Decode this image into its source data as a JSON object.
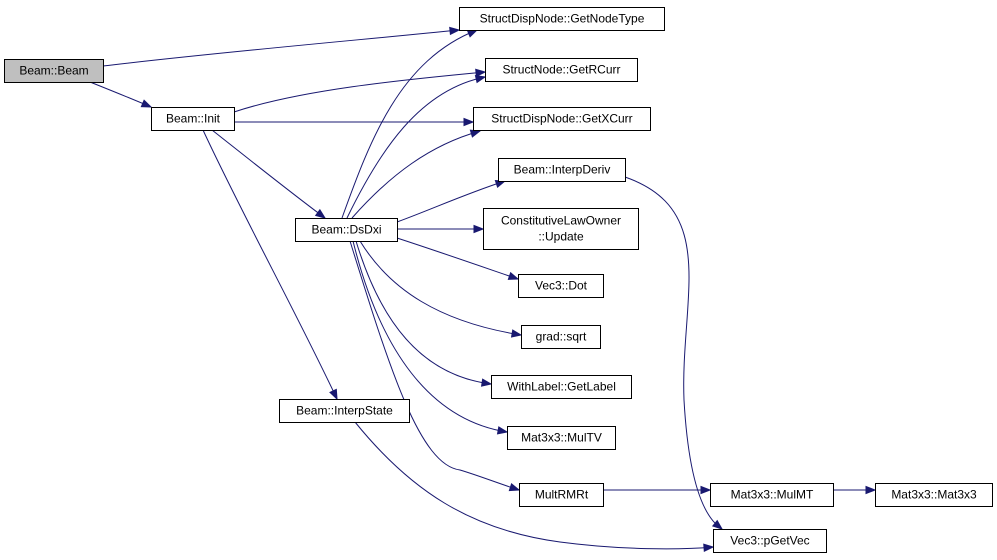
{
  "graph": {
    "nodes": [
      {
        "id": "beam",
        "lines": [
          "Beam::Beam"
        ],
        "root": true
      },
      {
        "id": "init",
        "lines": [
          "Beam::Init"
        ]
      },
      {
        "id": "getnodetype",
        "lines": [
          "StructDispNode::GetNodeType"
        ]
      },
      {
        "id": "getrcurr",
        "lines": [
          "StructNode::GetRCurr"
        ]
      },
      {
        "id": "getxcurr",
        "lines": [
          "StructDispNode::GetXCurr"
        ]
      },
      {
        "id": "interpderiv",
        "lines": [
          "Beam::InterpDeriv"
        ]
      },
      {
        "id": "dsdxi",
        "lines": [
          "Beam::DsDxi"
        ]
      },
      {
        "id": "update",
        "lines": [
          "ConstitutiveLawOwner",
          "::Update"
        ]
      },
      {
        "id": "dot",
        "lines": [
          "Vec3::Dot"
        ]
      },
      {
        "id": "sqrt",
        "lines": [
          "grad::sqrt"
        ]
      },
      {
        "id": "getlabel",
        "lines": [
          "WithLabel::GetLabel"
        ]
      },
      {
        "id": "interpstate",
        "lines": [
          "Beam::InterpState"
        ]
      },
      {
        "id": "multv",
        "lines": [
          "Mat3x3::MulTV"
        ]
      },
      {
        "id": "multrmrt",
        "lines": [
          "MultRMRt"
        ]
      },
      {
        "id": "mulmt",
        "lines": [
          "Mat3x3::MulMT"
        ]
      },
      {
        "id": "mat3x3",
        "lines": [
          "Mat3x3::Mat3x3"
        ]
      },
      {
        "id": "pgetvec",
        "lines": [
          "Vec3::pGetVec"
        ]
      }
    ],
    "edges": [
      {
        "from": "beam",
        "to": "getnodetype"
      },
      {
        "from": "beam",
        "to": "init"
      },
      {
        "from": "init",
        "to": "getrcurr"
      },
      {
        "from": "init",
        "to": "getxcurr"
      },
      {
        "from": "init",
        "to": "dsdxi"
      },
      {
        "from": "init",
        "to": "interpstate"
      },
      {
        "from": "dsdxi",
        "to": "getnodetype"
      },
      {
        "from": "dsdxi",
        "to": "getrcurr"
      },
      {
        "from": "dsdxi",
        "to": "getxcurr"
      },
      {
        "from": "dsdxi",
        "to": "interpderiv"
      },
      {
        "from": "dsdxi",
        "to": "update"
      },
      {
        "from": "dsdxi",
        "to": "dot"
      },
      {
        "from": "dsdxi",
        "to": "sqrt"
      },
      {
        "from": "dsdxi",
        "to": "getlabel"
      },
      {
        "from": "dsdxi",
        "to": "multv"
      },
      {
        "from": "dsdxi",
        "to": "multrmrt"
      },
      {
        "from": "interpderiv",
        "to": "pgetvec"
      },
      {
        "from": "interpstate",
        "to": "pgetvec"
      },
      {
        "from": "multrmrt",
        "to": "mulmt"
      },
      {
        "from": "mulmt",
        "to": "mat3x3"
      }
    ]
  },
  "colors": {
    "edge": "#191970",
    "root_fill": "#bfbfbf",
    "node_fill": "#ffffff",
    "node_border": "#000000"
  }
}
